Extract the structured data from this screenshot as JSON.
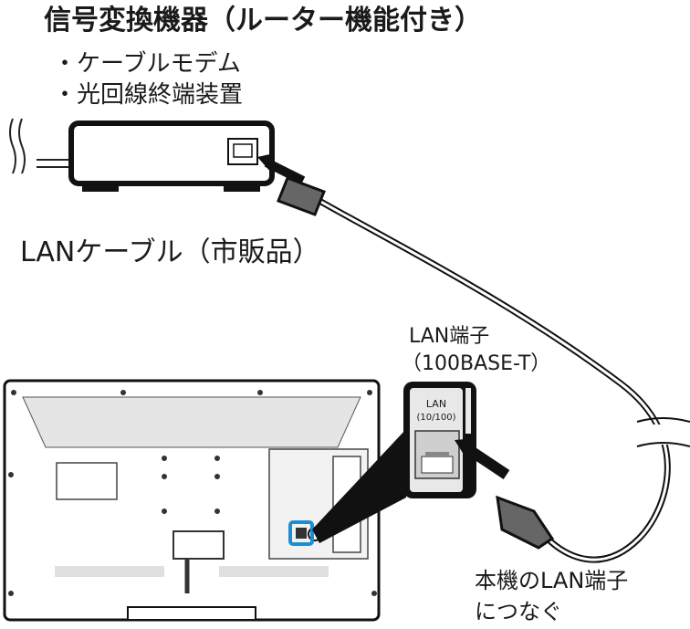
{
  "router": {
    "title": "信号変換機器（ルーター機能付き）",
    "items": [
      "・ケーブルモデム",
      "・光回線終端装置"
    ]
  },
  "cable": {
    "label": "LANケーブル（市販品）"
  },
  "port": {
    "label_line1": "LAN端子",
    "label_line2": "（100BASE-T）",
    "panel_text1": "LAN",
    "panel_text2": "(10/100)"
  },
  "instruction": {
    "line1": "本機のLAN端子",
    "line2": "につなぐ"
  }
}
